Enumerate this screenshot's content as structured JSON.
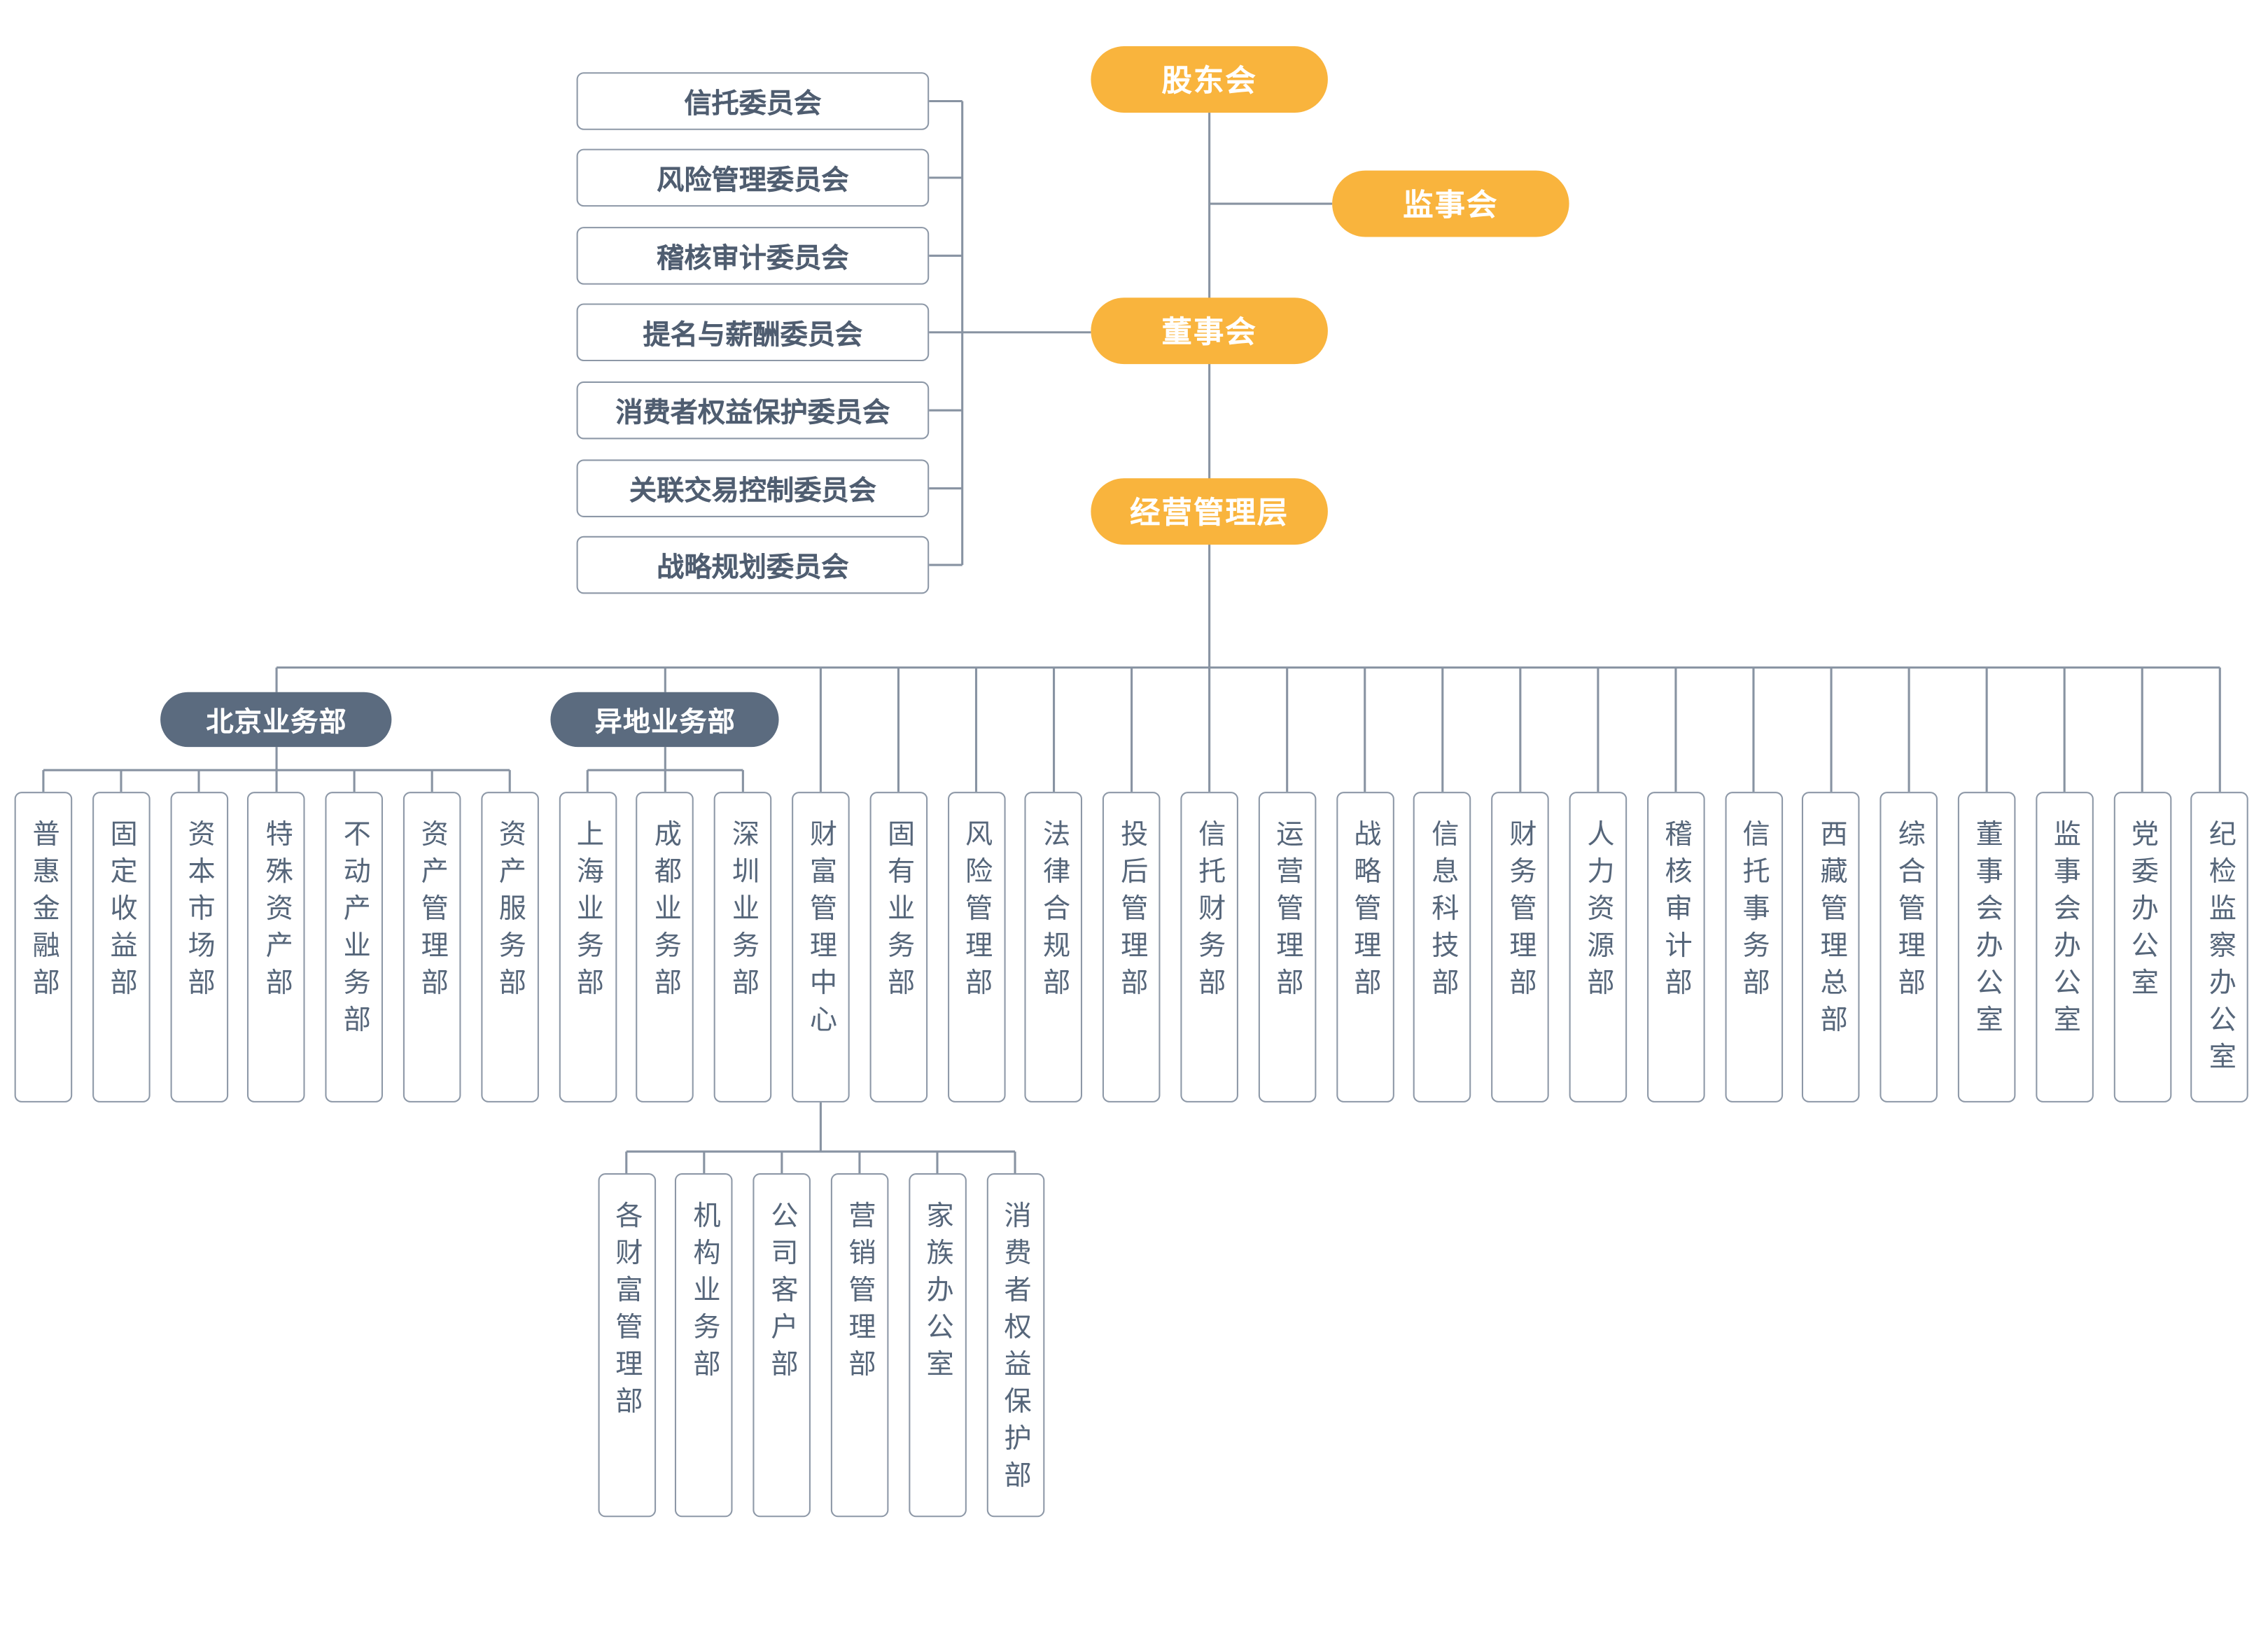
{
  "top": {
    "shareholders": "股东会",
    "supervisors": "监事会",
    "board": "董事会",
    "management": "经营管理层"
  },
  "committees": [
    "信托委员会",
    "风险管理委员会",
    "稽核审计委员会",
    "提名与薪酬委员会",
    "消费者权益保护委员会",
    "关联交易控制委员会",
    "战略规划委员会"
  ],
  "divisions": {
    "beijing": {
      "label": "北京业务部",
      "departments": [
        "普惠金融部",
        "固定收益部",
        "资本市场部",
        "特殊资产部",
        "不动产业务部",
        "资产管理部",
        "资产服务部"
      ]
    },
    "regional": {
      "label": "异地业务部",
      "departments": [
        "上海业务部",
        "成都业务部",
        "深圳业务部"
      ]
    }
  },
  "wealth_center": {
    "label": "财富管理中心",
    "departments": [
      "各财富管理部",
      "机构业务部",
      "公司客户部",
      "营销管理部",
      "家族办公室",
      "消费者权益保护部"
    ]
  },
  "departments": [
    "固有业务部",
    "风险管理部",
    "法律合规部",
    "投后管理部",
    "信托财务部",
    "运营管理部",
    "战略管理部",
    "信息科技部",
    "财务管理部",
    "人力资源部",
    "稽核审计部",
    "信托事务部",
    "西藏管理总部",
    "综合管理部",
    "董事会办公室",
    "监事会办公室",
    "党委办公室",
    "纪检监察办公室"
  ],
  "colors": {
    "governance_node": "#F9B43D",
    "division_node": "#5B6B7F",
    "box_border": "#8D98A7",
    "connector": "#8893A2",
    "text": "#56667A"
  }
}
